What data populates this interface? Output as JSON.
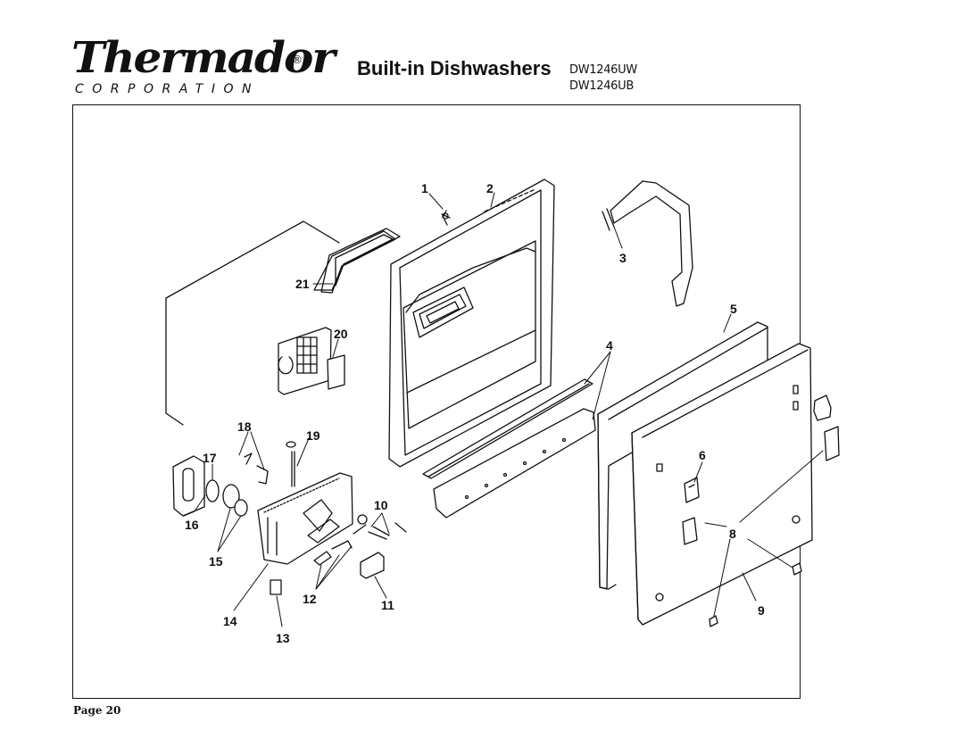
{
  "header": {
    "brand": "Thermador",
    "registered_mark": "®",
    "brand_subtitle": "CORPORATION",
    "title": "Built-in Dishwashers",
    "models": [
      "DW1246UW",
      "DW1246UB"
    ]
  },
  "diagram": {
    "callouts": [
      "1",
      "2",
      "3",
      "4",
      "5",
      "6",
      "8",
      "9",
      "10",
      "11",
      "12",
      "13",
      "14",
      "15",
      "16",
      "17",
      "18",
      "19",
      "20",
      "21"
    ]
  },
  "footer": {
    "page_label": "Page 20"
  }
}
